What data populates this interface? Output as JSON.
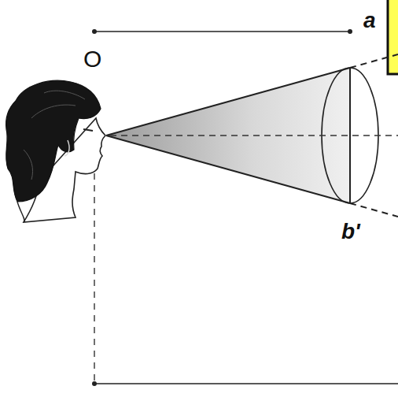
{
  "diagram": {
    "labels": [
      "O",
      "a",
      "b'"
    ]
  }
}
